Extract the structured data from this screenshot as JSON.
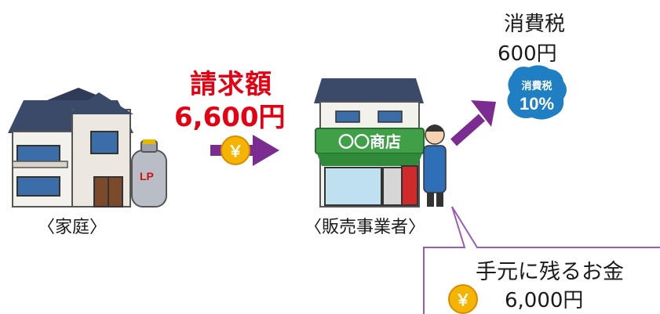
{
  "billing": {
    "title": "請求額",
    "amount": "6,600円"
  },
  "tax": {
    "title": "消費税",
    "amount": "600円",
    "badge_line1": "消費税",
    "badge_line2": "10%"
  },
  "household": {
    "label": "〈家庭〉",
    "tank_text": "LP"
  },
  "seller": {
    "label": "〈販売事業者〉",
    "shop_sign": "〇〇商店"
  },
  "remaining": {
    "title": "手元に残るお金",
    "amount": "6,000円"
  },
  "coin_symbol": "￥",
  "colors": {
    "billing_red": "#e60012",
    "arrow_purple": "#7b2c91",
    "callout_border": "#9a5bbd",
    "coin_gold": "#f5b400",
    "roof_navy": "#3c4a6a",
    "shop_green": "#3fa048",
    "badge_blue": "#1f7fc2"
  },
  "icons": [
    "house-icon",
    "gas-cylinder-icon",
    "yen-coin-icon",
    "arrow-right-icon",
    "shop-icon",
    "shopkeeper-icon",
    "tax-badge-icon",
    "arrow-up-right-icon",
    "speech-bubble-icon"
  ]
}
